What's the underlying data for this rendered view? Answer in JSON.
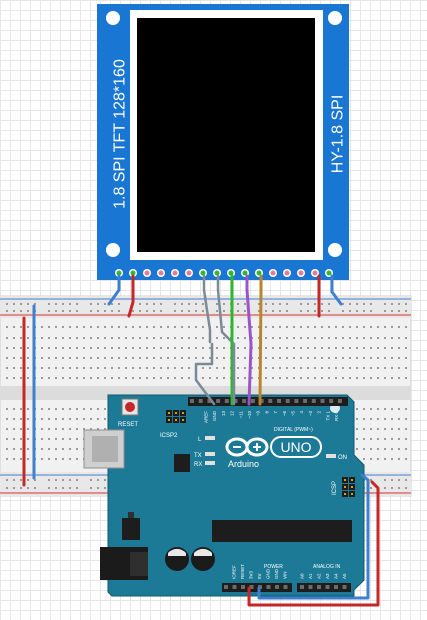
{
  "tft": {
    "left_label": "1.8 SPI TFT 128*160",
    "right_label": "HY-1.8 SPI"
  },
  "arduino": {
    "reset_label": "RESET",
    "icsp2_label": "ICSP2",
    "icsp_label": "ICSP",
    "l_label": "L",
    "tx_label": "TX",
    "rx_label": "RX",
    "on_label": "ON",
    "brand_label": "Arduino",
    "model_label": "UNO",
    "digital_label": "DIGITAL (PWM~)",
    "power_label": "POWER",
    "analog_label": "ANALOG IN",
    "aref_label": "AREF",
    "gnd_label": "GND",
    "digital_pins": [
      "13",
      "12",
      "~11",
      "~10",
      "~9",
      "8",
      "7",
      "~6",
      "~5",
      "4",
      "~3",
      "2",
      "TX 1",
      "RX 0"
    ],
    "power_pins": [
      "IOREF",
      "RESET",
      "3V3",
      "5V",
      "GND",
      "GND",
      "VIN"
    ],
    "analog_pins": [
      "A0",
      "A1",
      "A2",
      "A3",
      "A4",
      "A5"
    ]
  },
  "colors": {
    "tft_blue": "#1976d2",
    "arduino_teal": "#1c7a96",
    "wire_red": "#c62828",
    "wire_blue": "#3f7fd0",
    "wire_green": "#2eb82e",
    "wire_purple": "#9c55c8",
    "wire_orange": "#b8862a",
    "wire_gray": "#7a8a96"
  }
}
